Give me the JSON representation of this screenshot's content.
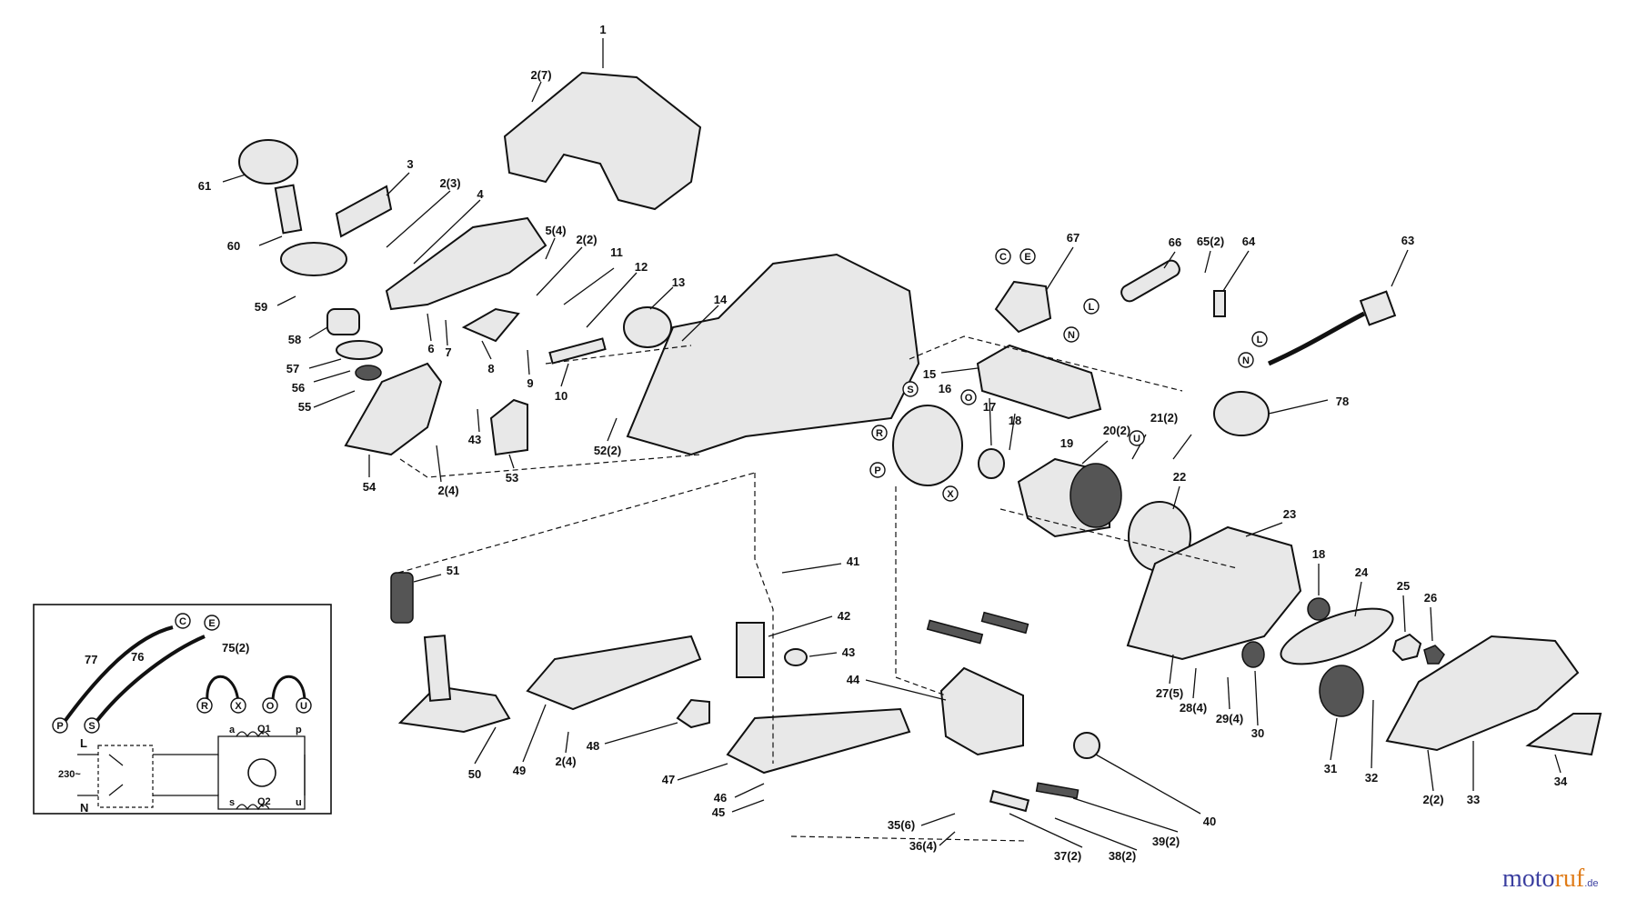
{
  "watermark": {
    "part1": "moto",
    "part2": "ruf",
    "suffix": ".de"
  },
  "schematic": {
    "wires": [
      "77",
      "76",
      "75(2)"
    ],
    "terminals": [
      "C",
      "E",
      "P",
      "S",
      "R",
      "X",
      "O",
      "U"
    ],
    "lines": [
      "L",
      "N"
    ],
    "supply": "230~",
    "coils": [
      "Q1",
      "Q2"
    ],
    "nodes": [
      "a",
      "p",
      "s",
      "u"
    ]
  },
  "parts": [
    {
      "id": "p1",
      "label": "1"
    },
    {
      "id": "p2_7",
      "label": "2(7)"
    },
    {
      "id": "p3",
      "label": "3"
    },
    {
      "id": "p2_3",
      "label": "2(3)"
    },
    {
      "id": "p4",
      "label": "4"
    },
    {
      "id": "p5_4",
      "label": "5(4)"
    },
    {
      "id": "p2_2a",
      "label": "2(2)"
    },
    {
      "id": "p11",
      "label": "11"
    },
    {
      "id": "p12",
      "label": "12"
    },
    {
      "id": "p13",
      "label": "13"
    },
    {
      "id": "p14",
      "label": "14"
    },
    {
      "id": "p61",
      "label": "61"
    },
    {
      "id": "p60",
      "label": "60"
    },
    {
      "id": "p59",
      "label": "59"
    },
    {
      "id": "p58",
      "label": "58"
    },
    {
      "id": "p57",
      "label": "57"
    },
    {
      "id": "p56",
      "label": "56"
    },
    {
      "id": "p55",
      "label": "55"
    },
    {
      "id": "p6",
      "label": "6"
    },
    {
      "id": "p7",
      "label": "7"
    },
    {
      "id": "p8",
      "label": "8"
    },
    {
      "id": "p9",
      "label": "9"
    },
    {
      "id": "p10",
      "label": "10"
    },
    {
      "id": "p43a",
      "label": "43"
    },
    {
      "id": "p53",
      "label": "53"
    },
    {
      "id": "p52_2",
      "label": "52(2)"
    },
    {
      "id": "p2_4a",
      "label": "2(4)"
    },
    {
      "id": "p54",
      "label": "54"
    },
    {
      "id": "p67",
      "label": "67"
    },
    {
      "id": "p66",
      "label": "66"
    },
    {
      "id": "p65_2",
      "label": "65(2)"
    },
    {
      "id": "p64",
      "label": "64"
    },
    {
      "id": "p63",
      "label": "63"
    },
    {
      "id": "p15",
      "label": "15"
    },
    {
      "id": "p16",
      "label": "16"
    },
    {
      "id": "p17",
      "label": "17"
    },
    {
      "id": "p18a",
      "label": "18"
    },
    {
      "id": "p19",
      "label": "19"
    },
    {
      "id": "p20_2",
      "label": "20(2)"
    },
    {
      "id": "p21_2",
      "label": "21(2)"
    },
    {
      "id": "p78",
      "label": "78"
    },
    {
      "id": "p22",
      "label": "22"
    },
    {
      "id": "p23",
      "label": "23"
    },
    {
      "id": "p18b",
      "label": "18"
    },
    {
      "id": "p24",
      "label": "24"
    },
    {
      "id": "p25",
      "label": "25"
    },
    {
      "id": "p26",
      "label": "26"
    },
    {
      "id": "p51",
      "label": "51"
    },
    {
      "id": "p41",
      "label": "41"
    },
    {
      "id": "p42",
      "label": "42"
    },
    {
      "id": "p43b",
      "label": "43"
    },
    {
      "id": "p44",
      "label": "44"
    },
    {
      "id": "p27_5",
      "label": "27(5)"
    },
    {
      "id": "p28_4",
      "label": "28(4)"
    },
    {
      "id": "p29_4",
      "label": "29(4)"
    },
    {
      "id": "p30",
      "label": "30"
    },
    {
      "id": "p31",
      "label": "31"
    },
    {
      "id": "p32",
      "label": "32"
    },
    {
      "id": "p2_2b",
      "label": "2(2)"
    },
    {
      "id": "p33",
      "label": "33"
    },
    {
      "id": "p34",
      "label": "34"
    },
    {
      "id": "p50",
      "label": "50"
    },
    {
      "id": "p49",
      "label": "49"
    },
    {
      "id": "p2_4b",
      "label": "2(4)"
    },
    {
      "id": "p48",
      "label": "48"
    },
    {
      "id": "p47",
      "label": "47"
    },
    {
      "id": "p46",
      "label": "46"
    },
    {
      "id": "p45",
      "label": "45"
    },
    {
      "id": "p40",
      "label": "40"
    },
    {
      "id": "p35_6",
      "label": "35(6)"
    },
    {
      "id": "p36_4",
      "label": "36(4)"
    },
    {
      "id": "p37_2",
      "label": "37(2)"
    },
    {
      "id": "p38_2",
      "label": "38(2)"
    },
    {
      "id": "p39_2",
      "label": "39(2)"
    }
  ],
  "marks": [
    {
      "id": "m67c",
      "letter": "C"
    },
    {
      "id": "m67e",
      "letter": "E"
    },
    {
      "id": "m67l",
      "letter": "L"
    },
    {
      "id": "m67n",
      "letter": "N"
    },
    {
      "id": "m63l",
      "letter": "L"
    },
    {
      "id": "m63n",
      "letter": "N"
    },
    {
      "id": "m16s",
      "letter": "S"
    },
    {
      "id": "m16r",
      "letter": "R"
    },
    {
      "id": "m16o",
      "letter": "O"
    },
    {
      "id": "m16p",
      "letter": "P"
    },
    {
      "id": "m16x",
      "letter": "X"
    },
    {
      "id": "m21u",
      "letter": "U"
    }
  ]
}
